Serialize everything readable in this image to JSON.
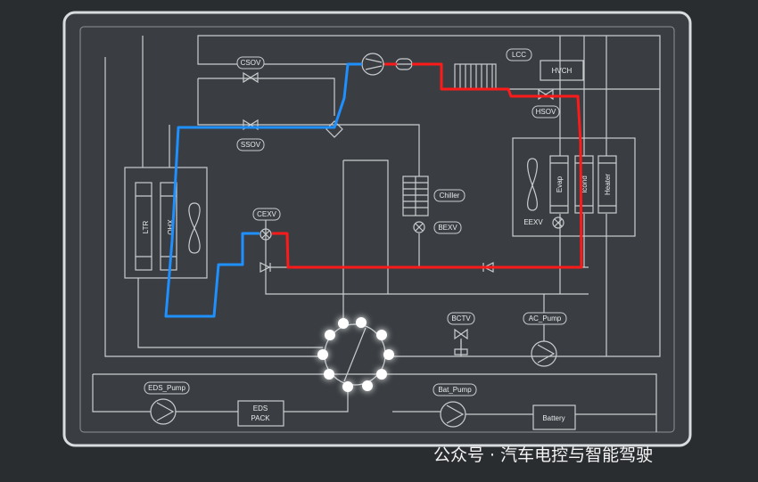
{
  "labels": {
    "csov": "CSOV",
    "ssov": "SSOV",
    "lcc": "LCC",
    "hvch": "HVCH",
    "hsov": "HSOV",
    "ltr": "LTR",
    "ohx": "OHX",
    "cexv": "CEXV",
    "chiller": "Chiller",
    "bexv": "BEXV",
    "eexv": "EEXV",
    "evap": "Evap",
    "icond": "Icond",
    "heater": "Heater",
    "bctv": "BCTV",
    "ac_pump": "AC_Pump",
    "eds_pump": "EDS_Pump",
    "eds_pack_1": "EDS",
    "eds_pack_2": "PACK",
    "bat_pump": "Bat_Pump",
    "battery": "Battery"
  },
  "watermark": "公众号 · 汽车电控与智能驾驶",
  "colors": {
    "hot_path": "#ff1a1a",
    "cold_path": "#1e90ff",
    "line": "#c9cdd0",
    "panel": "#3a3e42"
  }
}
